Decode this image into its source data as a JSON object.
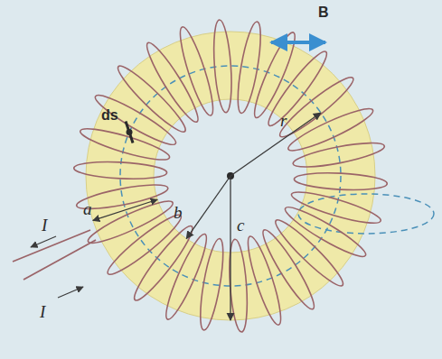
{
  "diagram": {
    "labels": [
      "B",
      "ds",
      "r",
      "b",
      "c",
      "a",
      "I",
      "I"
    ]
  }
}
